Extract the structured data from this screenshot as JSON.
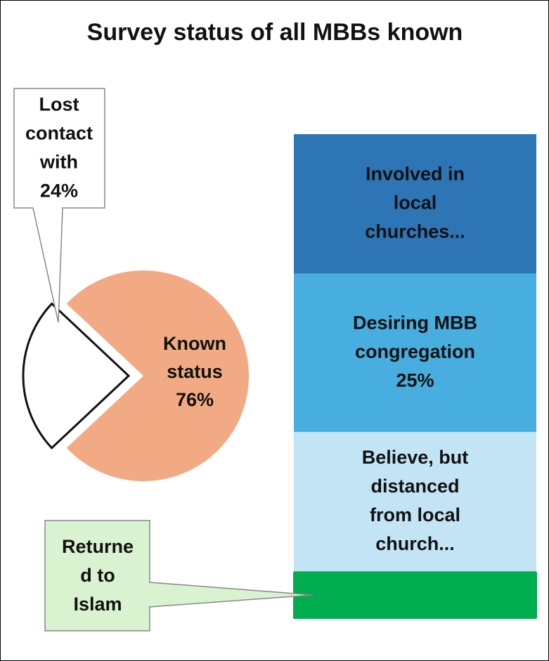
{
  "chart_data": {
    "type": "pie-with-stacked-bar",
    "title": "Survey status of all MBBs known",
    "pie": {
      "slices": [
        {
          "name": "Known status",
          "label_lines": [
            "Known",
            "status",
            "76%"
          ],
          "value": 76,
          "color": "#F2AA84"
        },
        {
          "name": "Lost contact with",
          "label_lines": [
            "Lost",
            "contact",
            "with",
            "24%"
          ],
          "value": 24,
          "color": "#FFFFFF",
          "exploded": true
        }
      ]
    },
    "stacked_bar": {
      "segments": [
        {
          "name": "Involved in local churches",
          "label_lines": [
            "Involved in",
            "local",
            "churches..."
          ],
          "value": 22,
          "color": "#2E75B6"
        },
        {
          "name": "Desiring MBB congregation",
          "label_lines": [
            "Desiring MBB",
            "congregation",
            "25%"
          ],
          "value": 25,
          "color": "#47AEDF"
        },
        {
          "name": "Believe, but distanced from local church",
          "label_lines": [
            "Believe, but",
            "distanced",
            "from local",
            "church..."
          ],
          "value": 22,
          "color": "#C2E4F5"
        },
        {
          "name": "Returned to Islam",
          "label_lines": [
            "Returne",
            "d to",
            "Islam"
          ],
          "value": 7.5,
          "color": "#00AE4F",
          "callout_color": "#D9F2D0"
        }
      ]
    }
  }
}
